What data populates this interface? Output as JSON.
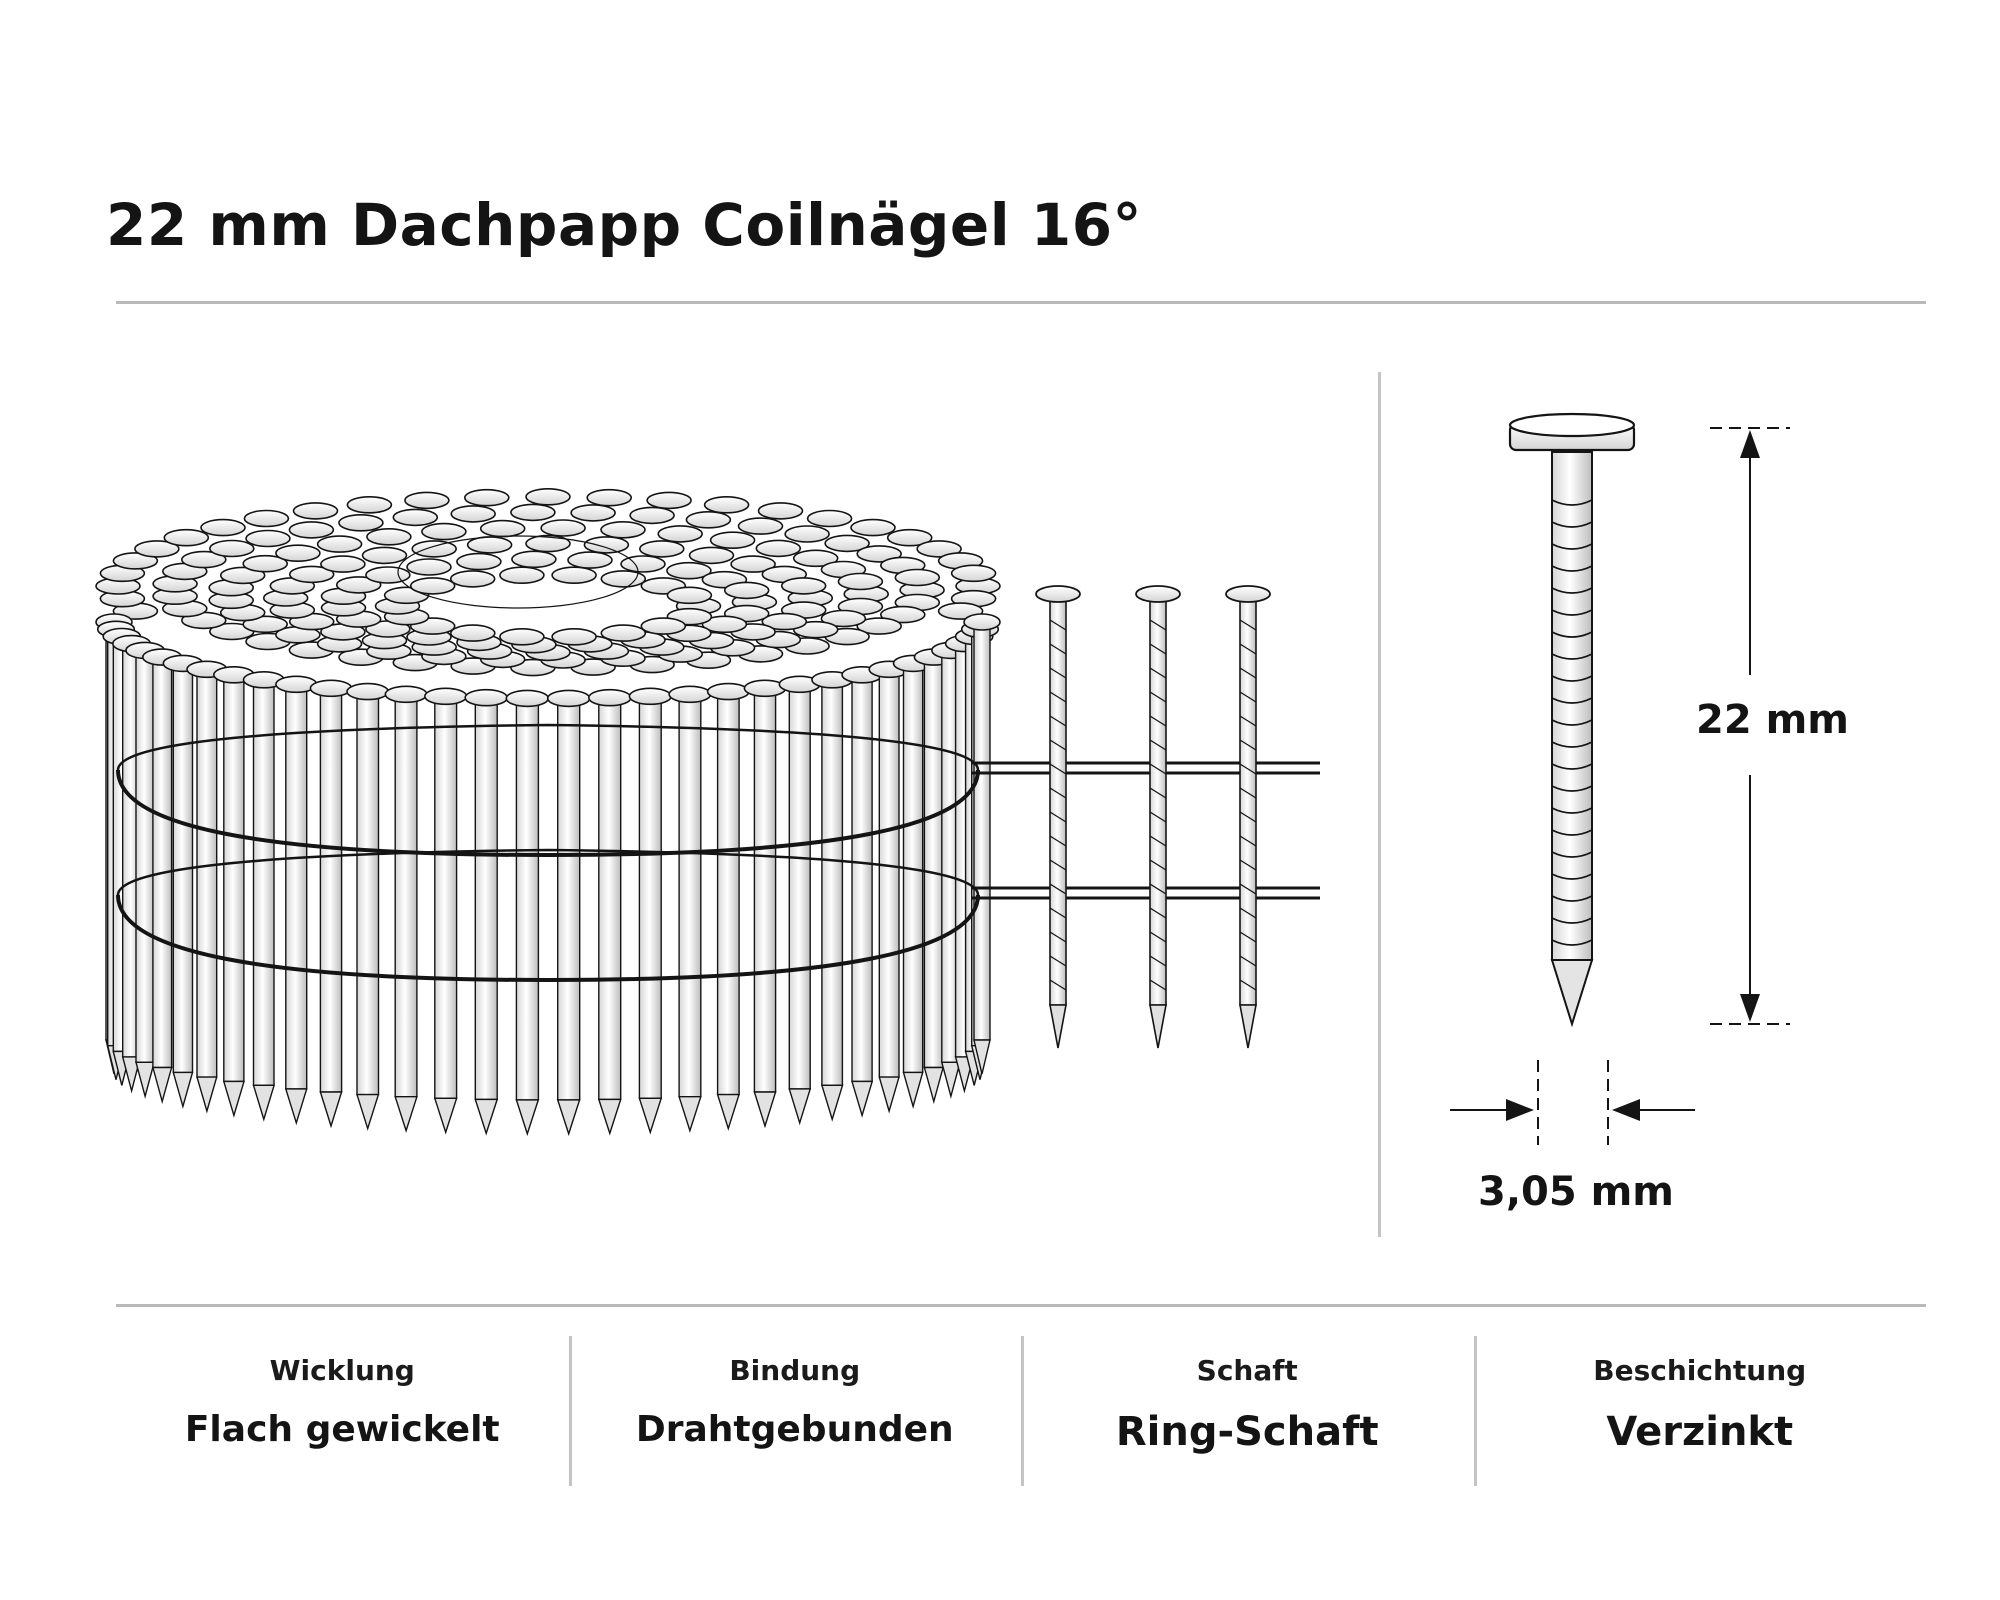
{
  "title": "22 mm Dachpapp Coilnägel 16°",
  "dimensions": {
    "length_label": "22 mm",
    "diameter_label": "3,05 mm"
  },
  "specs": [
    {
      "label": "Wicklung",
      "value": "Flach gewickelt"
    },
    {
      "label": "Bindung",
      "value": "Drahtgebunden"
    },
    {
      "label": "Schaft",
      "value": "Ring-Schaft"
    },
    {
      "label": "Beschichtung",
      "value": "Verzinkt"
    }
  ],
  "colors": {
    "ink": "#141414",
    "divider": "#b9b9b9",
    "nail_fill": "#f2f2f2"
  }
}
